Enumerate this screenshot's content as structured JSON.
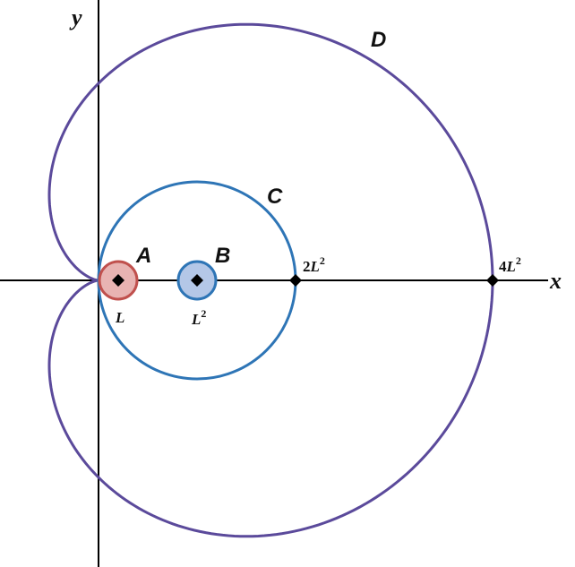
{
  "axes": {
    "x_label": "x",
    "y_label": "y"
  },
  "regions": [
    {
      "label": "A",
      "stroke": "#c0504d",
      "fill": "#e8b3b2"
    },
    {
      "label": "B",
      "stroke": "#2e75b6",
      "fill": "#b4c7e7"
    },
    {
      "label": "C",
      "stroke": "#2e75b6",
      "fill": "none"
    },
    {
      "label": "D",
      "stroke": "#5b4a9b",
      "fill": "none"
    }
  ],
  "points": [
    {
      "coef": "",
      "var": "L",
      "exp": ""
    },
    {
      "coef": "",
      "var": "L",
      "exp": "2"
    },
    {
      "coef": "2",
      "var": "L",
      "exp": "2"
    },
    {
      "coef": "4",
      "var": "L",
      "exp": "2"
    }
  ]
}
